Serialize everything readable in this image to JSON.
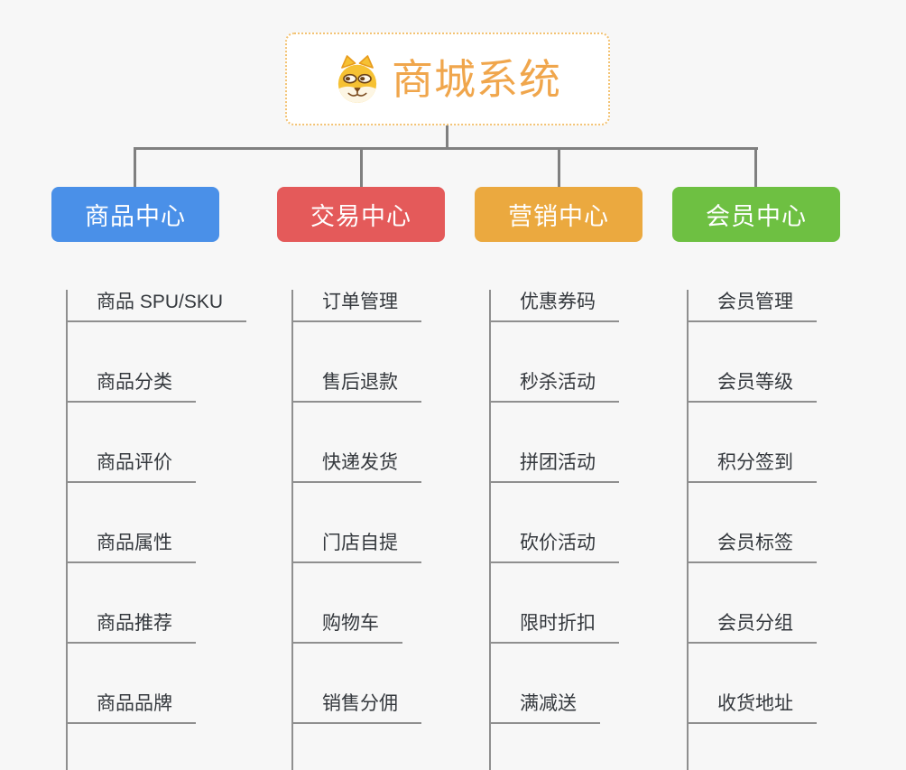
{
  "root": {
    "title": "商城系统",
    "icon": "shiba-dog-icon"
  },
  "branches": [
    {
      "label": "商品中心",
      "color": "#4a90e8",
      "children": [
        "商品 SPU/SKU",
        "商品分类",
        "商品评价",
        "商品属性",
        "商品推荐",
        "商品品牌"
      ]
    },
    {
      "label": "交易中心",
      "color": "#e45a5a",
      "children": [
        "订单管理",
        "售后退款",
        "快递发货",
        "门店自提",
        "购物车",
        "销售分佣"
      ]
    },
    {
      "label": "营销中心",
      "color": "#eba93f",
      "children": [
        "优惠券码",
        "秒杀活动",
        "拼团活动",
        "砍价活动",
        "限时折扣",
        "满减送"
      ]
    },
    {
      "label": "会员中心",
      "color": "#6ec042",
      "children": [
        "会员管理",
        "会员等级",
        "积分签到",
        "会员标签",
        "会员分组",
        "收货地址"
      ]
    }
  ],
  "colors": {
    "root_title": "#f0a64c",
    "root_border": "#f3c374",
    "connector": "#808080",
    "child_line": "#8f8f8f",
    "child_text": "#34383d",
    "background": "#f7f7f7"
  }
}
